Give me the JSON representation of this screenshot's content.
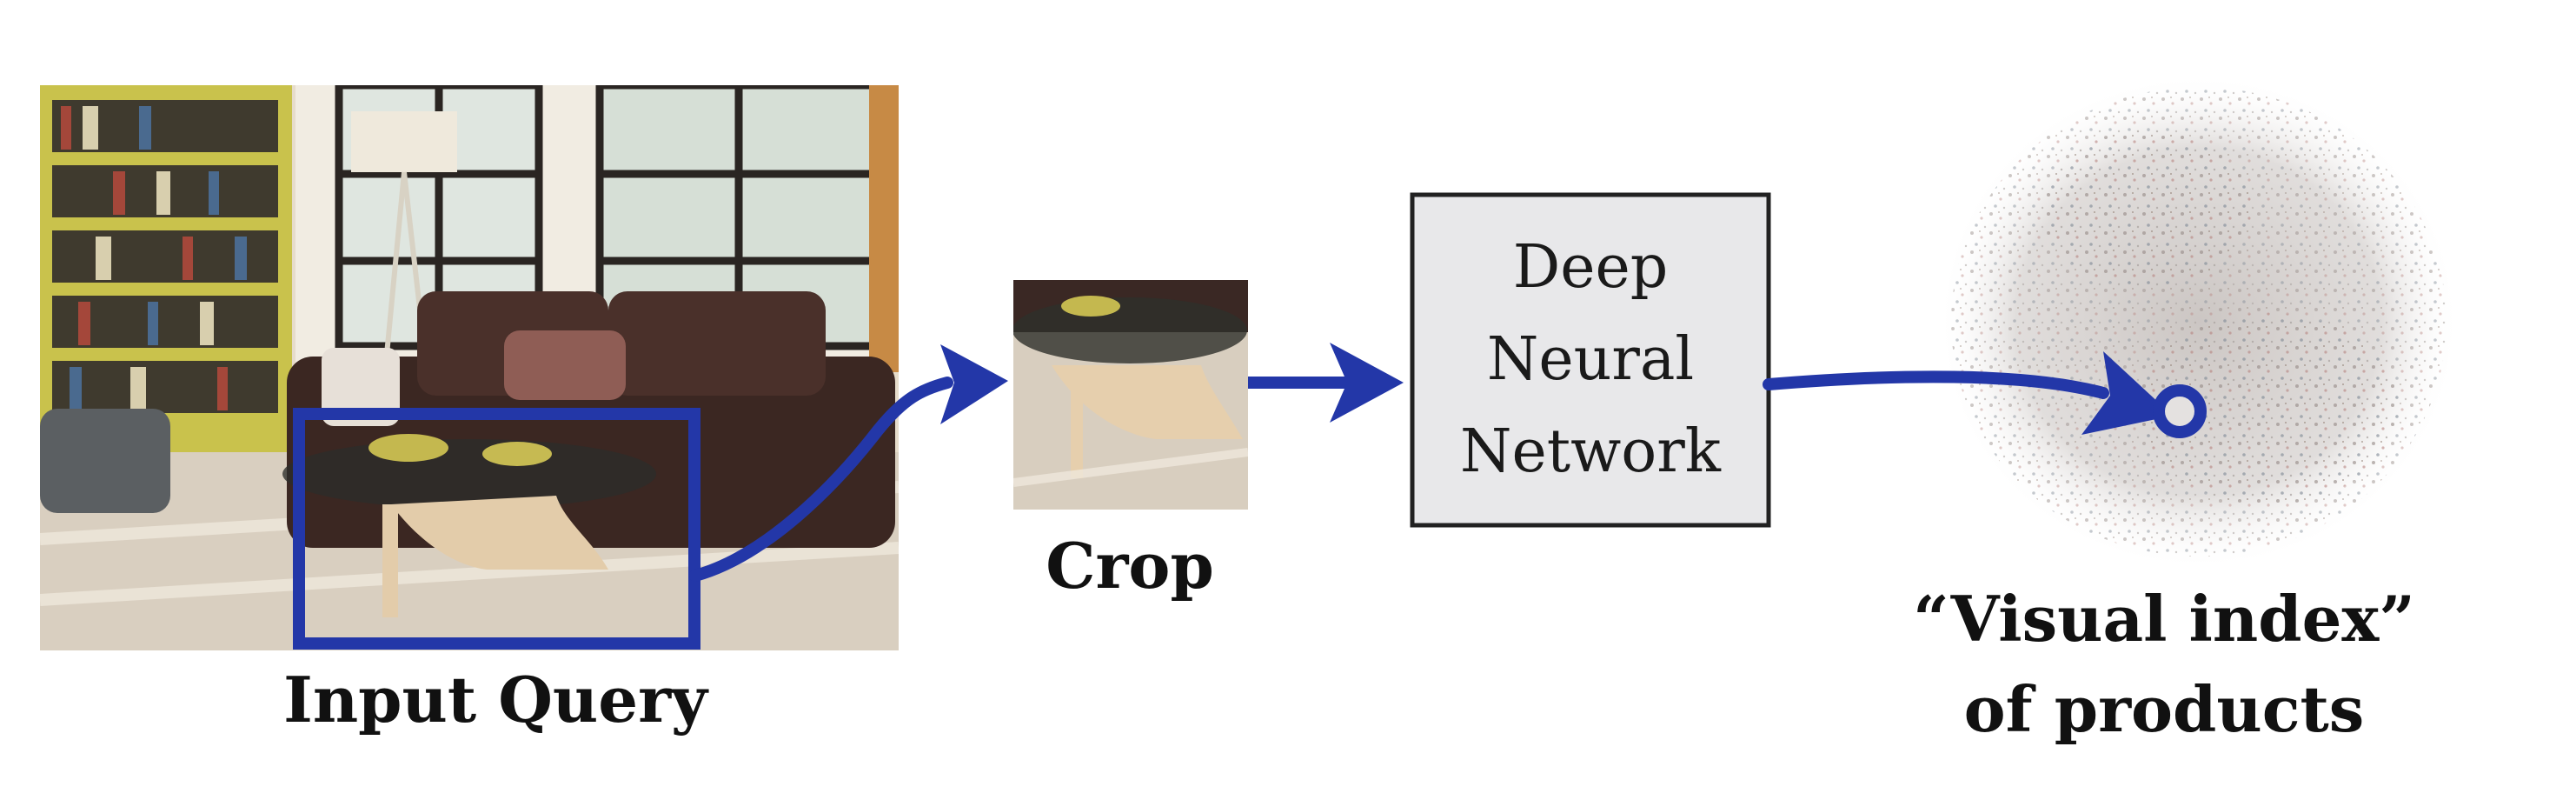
{
  "diagram": {
    "input_label": "Input Query",
    "crop_label": "Crop",
    "network_label": {
      "line1": "Deep",
      "line2": "Neural",
      "line3": "Network"
    },
    "index_label": {
      "line1": "“Visual index”",
      "line2": "of products"
    }
  },
  "colors": {
    "arrow": "#2337a8",
    "network_fill": "#e8e8ea",
    "network_border": "#222222"
  }
}
